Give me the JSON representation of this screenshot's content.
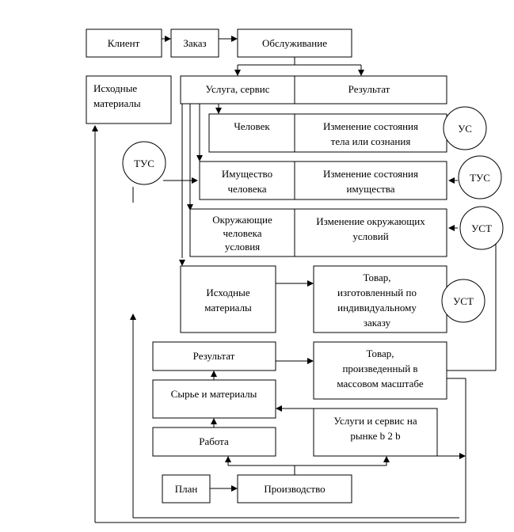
{
  "boxes": {
    "client": "Клиент",
    "order": "Заказ",
    "service": "Обслуживание",
    "source_materials_top": [
      "Исходные",
      "материалы"
    ],
    "service_row": {
      "left": "Услуга, сервис",
      "right": "Результат"
    },
    "person_row": {
      "left": [
        "Человек"
      ],
      "right": [
        "Изменение состояния",
        "тела или сознания"
      ]
    },
    "property_row": {
      "left": [
        "Имущество",
        "человека"
      ],
      "right": [
        "Изменение состояния",
        "имущества"
      ]
    },
    "environment_row": {
      "left": [
        "Окружающие",
        "человека",
        "условия"
      ],
      "right": [
        "Изменение окружающих",
        "условий"
      ]
    },
    "source_materials_mid": [
      "Исходные",
      "материалы"
    ],
    "goods_custom": [
      "Товар,",
      "изготовленный по",
      "индивидуальному",
      "заказу"
    ],
    "result": "Результат",
    "raw_materials": "Сырье и материалы",
    "work": "Работа",
    "goods_mass": [
      "Товар,",
      "произведенный в",
      "массовом масштабе"
    ],
    "b2b_services": [
      "Услуги и сервис на",
      "рынке b 2 b"
    ],
    "plan": "План",
    "production": "Производство"
  },
  "circles": {
    "us": "УС",
    "tus_left": "ТУС",
    "tus_right": "ТУС",
    "ust_env": "УСТ",
    "ust_goods": "УСТ"
  }
}
